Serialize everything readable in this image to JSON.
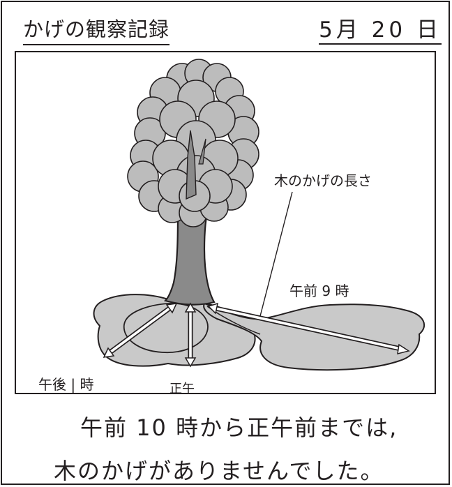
{
  "header": {
    "title": "かげの観察記録",
    "date": "5月 20 日"
  },
  "diagram": {
    "label_shadow_length": "木のかげの長さ",
    "label_9am": "午前 9 時",
    "label_1pm": "午後 | 時",
    "label_noon": "正午",
    "colors": {
      "ink": "#231f20",
      "foliage": "#bcbcbc",
      "trunk": "#8a8a8a",
      "shadow": "#c9c9c9",
      "arrow": "#ffffff"
    }
  },
  "note": {
    "line1": "午前 10 時から正午前までは,",
    "line2": "木のかげがありませんでした。"
  }
}
